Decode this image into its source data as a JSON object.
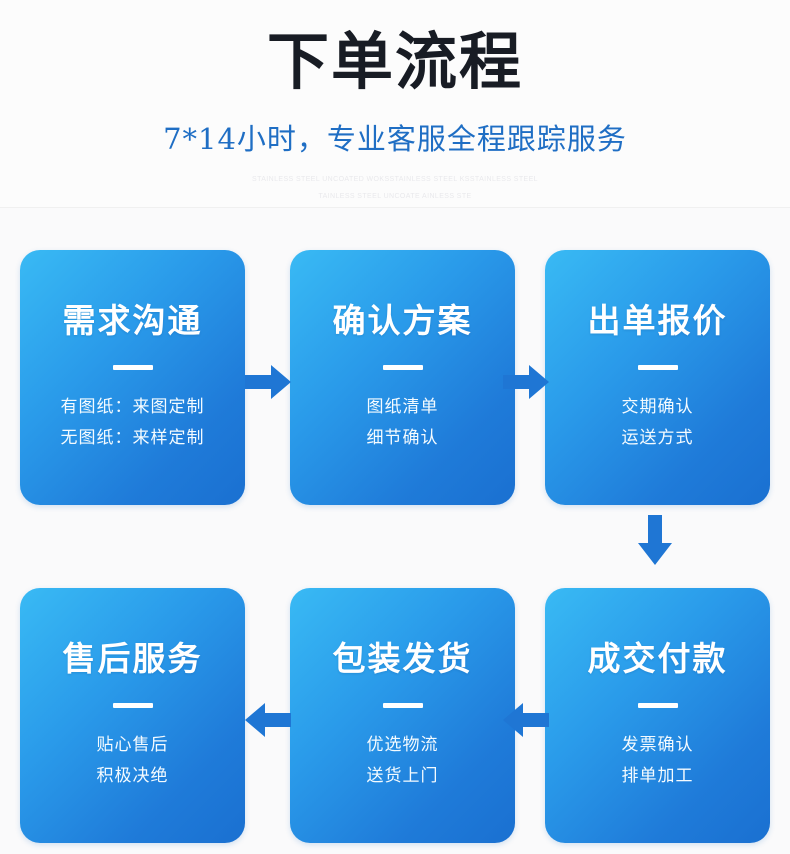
{
  "header": {
    "title": "下单流程",
    "subtitle": "7*14小时，专业客服全程跟踪服务",
    "watermark_line_1": "STAINLESS STEEL UNCOATED WOKSSTAINLESS STEEL KSSTAINLESS STEEL",
    "watermark_line_2": "TAINLESS STEEL UNCOATE AINLESS STE",
    "title_color": "#181c24",
    "subtitle_color": "#1f6ec4",
    "background_color": "#fcfcfc"
  },
  "theme": {
    "page_background": "#fafafb",
    "card_gradient_start": "#39baf4",
    "card_gradient_end": "#1a70d1",
    "arrow_color": "#1f76d4",
    "card_text_color": "#ffffff"
  },
  "flow": {
    "steps": [
      {
        "index": 1,
        "title": "需求沟通",
        "lines": [
          "有图纸：来图定制",
          "无图纸：来样定制"
        ]
      },
      {
        "index": 2,
        "title": "确认方案",
        "lines": [
          "图纸清单",
          "细节确认"
        ]
      },
      {
        "index": 3,
        "title": "出单报价",
        "lines": [
          "交期确认",
          "运送方式"
        ]
      },
      {
        "index": 4,
        "title": "成交付款",
        "lines": [
          "发票确认",
          "排单加工"
        ]
      },
      {
        "index": 5,
        "title": "包装发货",
        "lines": [
          "优选物流",
          "送货上门"
        ]
      },
      {
        "index": 6,
        "title": "售后服务",
        "lines": [
          "贴心售后",
          "积极决绝"
        ]
      }
    ],
    "connectors": [
      {
        "name": "arrow-step1-to-step2",
        "direction": "right"
      },
      {
        "name": "arrow-step2-to-step3",
        "direction": "right"
      },
      {
        "name": "arrow-step3-to-step4",
        "direction": "down"
      },
      {
        "name": "arrow-step4-to-step5",
        "direction": "left"
      },
      {
        "name": "arrow-step5-to-step6",
        "direction": "left"
      }
    ]
  }
}
